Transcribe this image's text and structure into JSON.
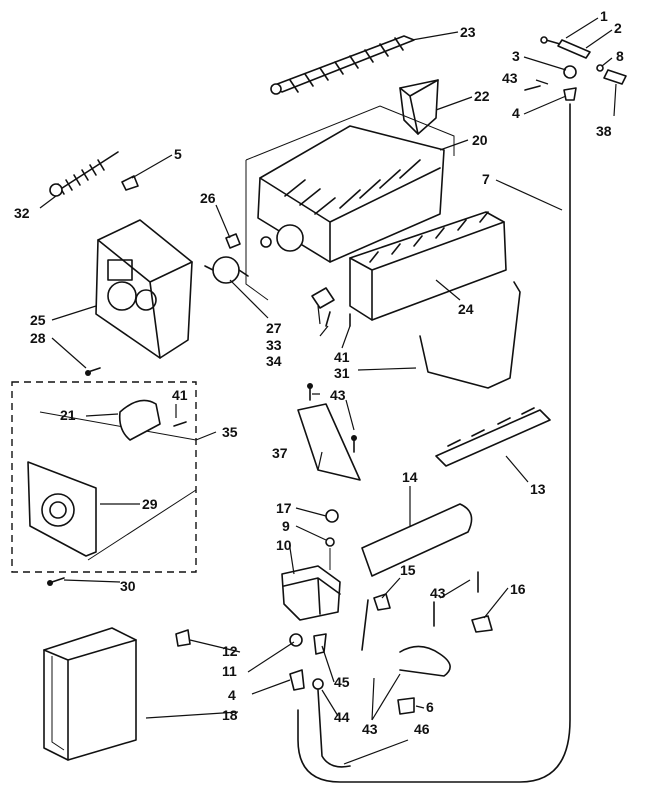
{
  "labels": {
    "1": "1",
    "2": "2",
    "3": "3",
    "4": "4",
    "5": "5",
    "6": "6",
    "7": "7",
    "8": "8",
    "9": "9",
    "10": "10",
    "11": "11",
    "12": "12",
    "13": "13",
    "14": "14",
    "15": "15",
    "16": "16",
    "17": "17",
    "18": "18",
    "20": "20",
    "21": "21",
    "22": "22",
    "23": "23",
    "24": "24",
    "25": "25",
    "26": "26",
    "27": "27",
    "28": "28",
    "29": "29",
    "30": "30",
    "31": "31",
    "32": "32",
    "33": "33",
    "34": "34",
    "35": "35",
    "37": "37",
    "38": "38",
    "41": "41",
    "43": "43",
    "44": "44",
    "45": "45",
    "46": "46"
  }
}
